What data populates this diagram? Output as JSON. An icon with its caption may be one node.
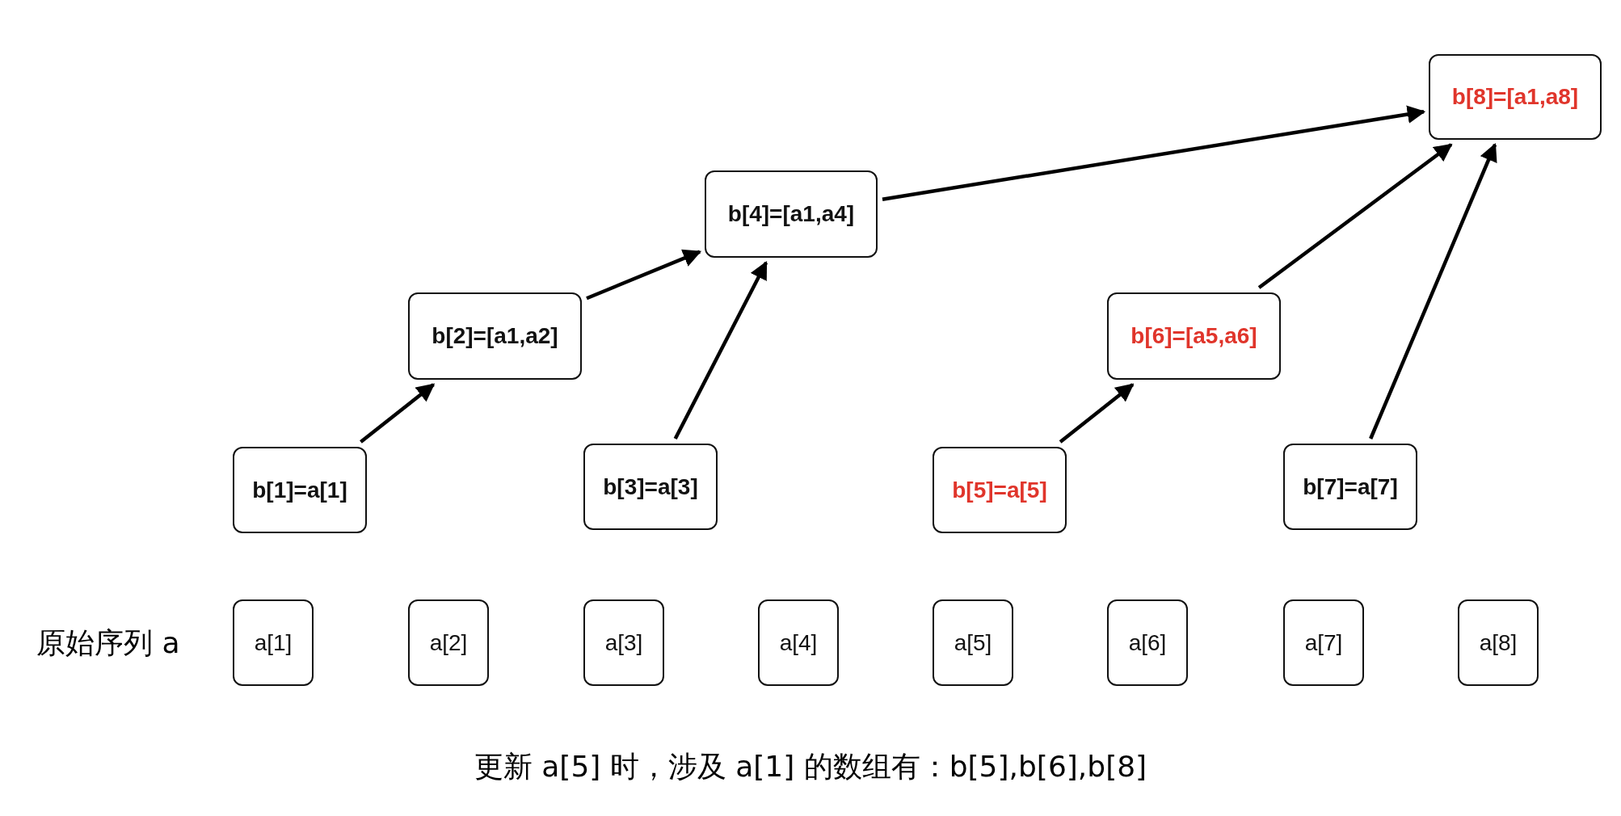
{
  "diagram": {
    "caption": "更新 a[5] 时，涉及 a[1] 的数组有：b[5],b[6],b[8]",
    "nodes": [
      {
        "text": [
          "b[8]=[a1,a8]"
        ]
      },
      {
        "text": [
          "b[4]=[a1,a4]"
        ]
      },
      {
        "text": [
          "b[2]=[a1,a2]"
        ]
      },
      {
        "text": [
          "b[6]=[a5,a6]"
        ]
      },
      {
        "text": [
          "b[1]=a[1]"
        ]
      },
      {
        "text": [
          "b[3]=a[3]"
        ]
      },
      {
        "text": [
          "b[5]=a[5]"
        ]
      },
      {
        "text": [
          "b[7]=a[7]"
        ]
      },
      {
        "text": [
          "a[1]"
        ]
      },
      {
        "text": [
          "a[2]"
        ]
      },
      {
        "text": [
          "a[3]"
        ]
      },
      {
        "text": [
          "a[4]"
        ]
      },
      {
        "text": [
          "a[5]"
        ]
      },
      {
        "text": [
          "a[6]"
        ]
      },
      {
        "text": [
          "a[7]"
        ]
      },
      {
        "text": [
          "a[8]"
        ]
      }
    ],
    "edges": [
      {
        "from": 4,
        "to": 2,
        "arrow": "to"
      },
      {
        "from": 2,
        "to": 1,
        "arrow": "to"
      },
      {
        "from": 5,
        "to": 1,
        "arrow": "to"
      },
      {
        "from": 1,
        "to": 0,
        "arrow": "to"
      },
      {
        "from": 6,
        "to": 3,
        "arrow": "to"
      },
      {
        "from": 3,
        "to": 0,
        "arrow": "to"
      },
      {
        "from": 7,
        "to": 0,
        "arrow": "to"
      }
    ],
    "labels": [
      "原始序列 a"
    ]
  }
}
